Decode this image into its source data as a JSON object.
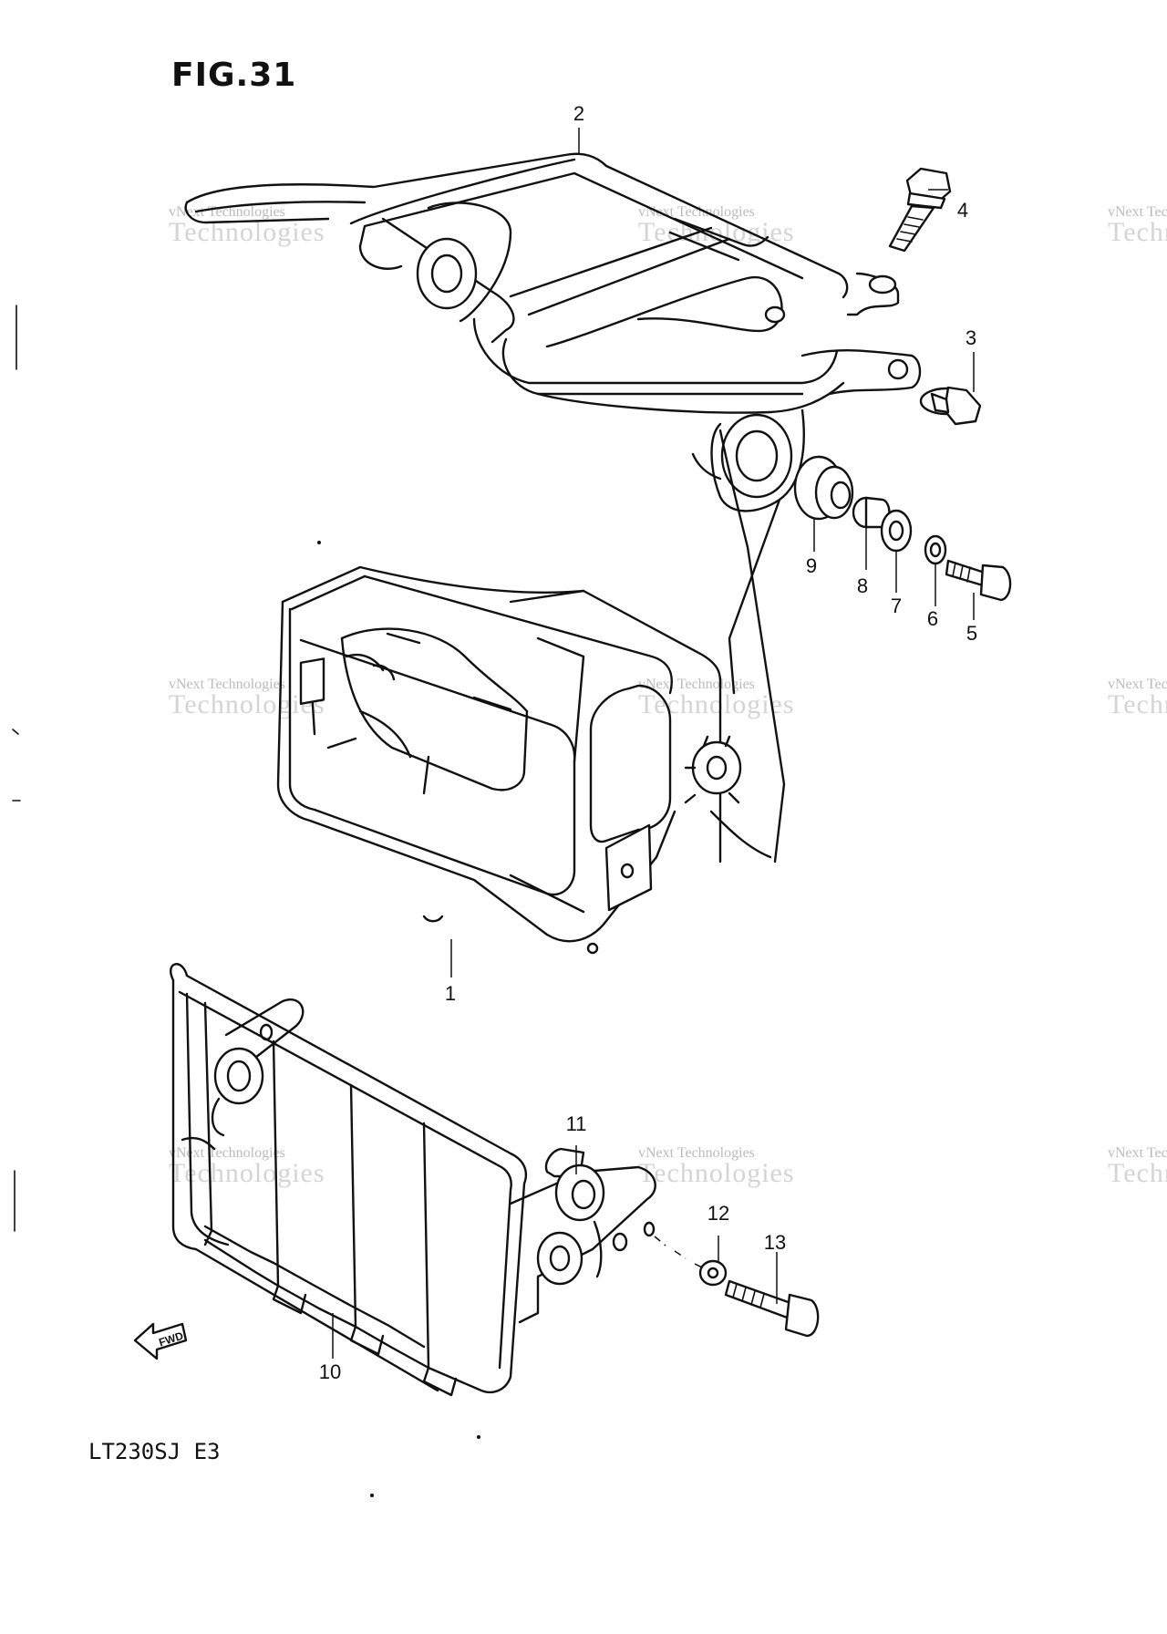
{
  "figure": {
    "title": "FIG.31",
    "model_code": "LT230SJ E3",
    "fwd_label": "FWD"
  },
  "callouts": [
    {
      "id": "1",
      "label": "1"
    },
    {
      "id": "2",
      "label": "2"
    },
    {
      "id": "3",
      "label": "3"
    },
    {
      "id": "4",
      "label": "4"
    },
    {
      "id": "5",
      "label": "5"
    },
    {
      "id": "6",
      "label": "6"
    },
    {
      "id": "7",
      "label": "7"
    },
    {
      "id": "8",
      "label": "8"
    },
    {
      "id": "9",
      "label": "9"
    },
    {
      "id": "10",
      "label": "10"
    },
    {
      "id": "11",
      "label": "11"
    },
    {
      "id": "12",
      "label": "12"
    },
    {
      "id": "13",
      "label": "13"
    }
  ],
  "watermark": {
    "line1": "vNext Technologies",
    "line2": "Technologies",
    "color": "#bbbbbb"
  }
}
